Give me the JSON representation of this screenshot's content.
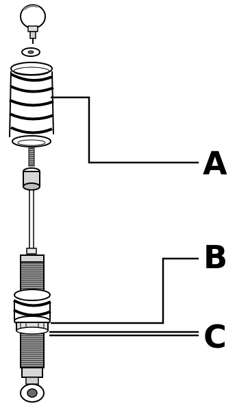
{
  "callouts": {
    "a": "A",
    "b": "B",
    "c": "C"
  },
  "parts": [
    "top-ball-joint-icon",
    "washer-icon",
    "coil-spring-icon",
    "piston-rod-icon",
    "damper-body-icon",
    "spring-seat-icon",
    "adjuster-collar-icon",
    "bottom-eye-mount-icon"
  ],
  "colors": {
    "line": "#000000",
    "fill": "#ffffff",
    "shade": "#d6d6d6",
    "dark_shade": "#6a6a6a"
  }
}
